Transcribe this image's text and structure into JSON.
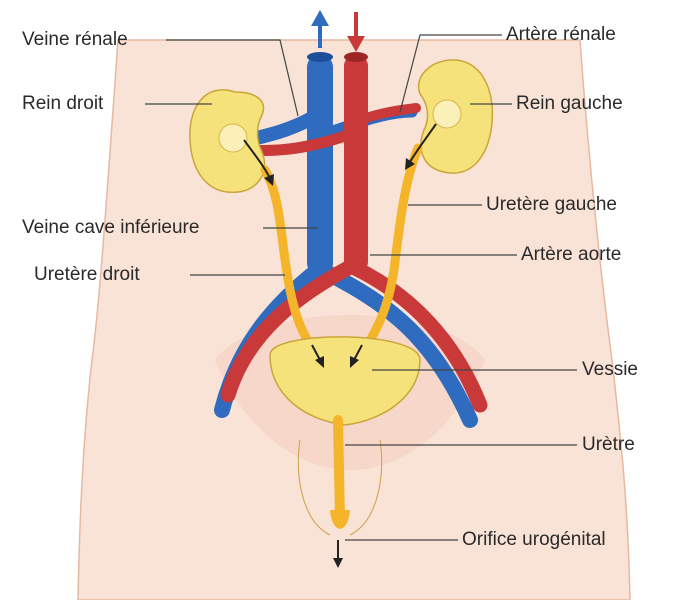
{
  "labels": {
    "veine_renale": "Veine rénale",
    "rein_droit": "Rein droit",
    "veine_cave": "Veine cave inférieure",
    "uretere_droit": "Uretère droit",
    "artere_renale": "Artère rénale",
    "rein_gauche": "Rein gauche",
    "uretere_gauche": "Uretère gauche",
    "artere_aorte": "Artère aorte",
    "vessie": "Vessie",
    "uretre": "Urètre",
    "orifice": "Orifice urogénital"
  },
  "colors": {
    "skin": "#f9e3d6",
    "vein": "#2f6bbf",
    "artery": "#c9393a",
    "kidney": "#f6e27a",
    "ureter": "#f4b52a",
    "leader": "#444444"
  }
}
